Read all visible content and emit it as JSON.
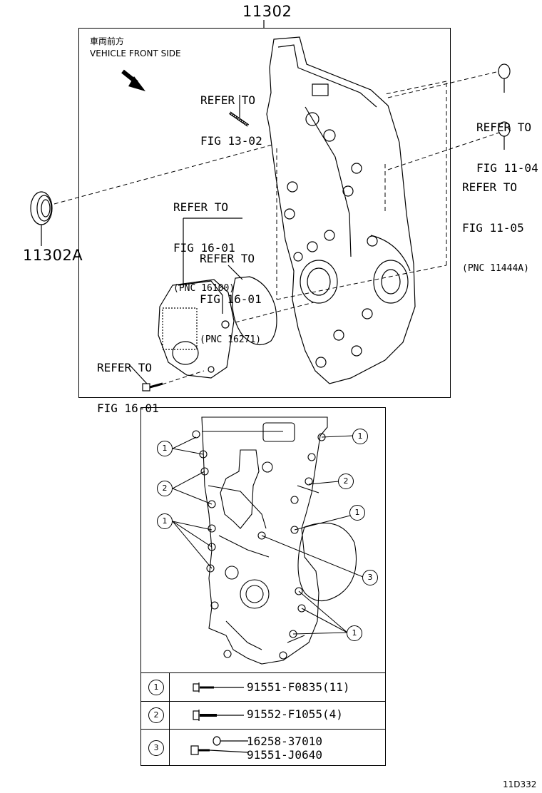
{
  "main_part_number": "11302",
  "seal_part_number": "11302A",
  "vehicle_front": {
    "jp": "車両前方",
    "en": "VEHICLE FRONT SIDE"
  },
  "callouts": {
    "fig_13_02": [
      "REFER TO",
      "FIG 13-02"
    ],
    "fig_11_04": [
      "REFER TO",
      "FIG 11-04"
    ],
    "fig_11_05": [
      "REFER TO",
      "FIG 11-05",
      "(PNC 11444A)"
    ],
    "fig_16_01_pump": [
      "REFER TO",
      "FIG 16-01",
      "(PNC 16100)"
    ],
    "fig_16_01_gasket": [
      "REFER TO",
      "FIG 16-01",
      "(PNC 16271)"
    ],
    "fig_16_01_bolt": [
      "REFER TO",
      "FIG 16-01"
    ]
  },
  "bolt_markers": [
    "1",
    "2",
    "3"
  ],
  "legend": [
    {
      "marker": "1",
      "parts": [
        "91551-F0835(11)"
      ],
      "icon": "flange-bolt-icon"
    },
    {
      "marker": "2",
      "parts": [
        "91552-F1055(4)"
      ],
      "icon": "flange-bolt-icon"
    },
    {
      "marker": "3",
      "parts": [
        "16258-37010",
        "91551-J0640"
      ],
      "icon": "bolt-with-washer-icon"
    }
  ],
  "figure_code": "11D332"
}
